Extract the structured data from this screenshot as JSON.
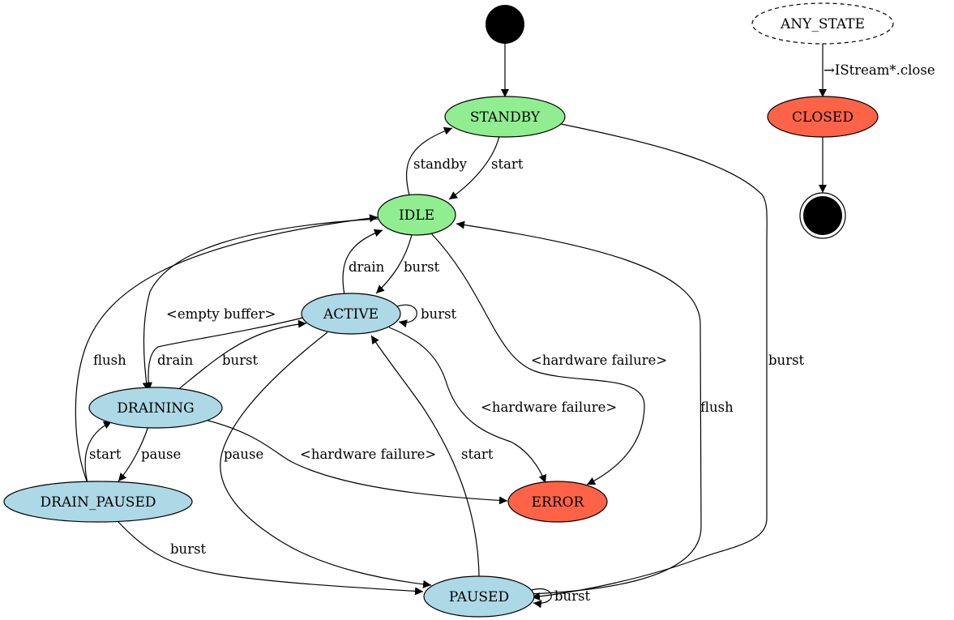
{
  "colors": {
    "green_state": "#90EE90",
    "blue_state": "#ADD8E6",
    "red_state": "#FF6347",
    "initial": "#000000",
    "final": "#000000",
    "edge": "#000000"
  },
  "states": {
    "standby": "STANDBY",
    "idle": "IDLE",
    "active": "ACTIVE",
    "draining": "DRAINING",
    "drain_paused": "DRAIN_PAUSED",
    "paused": "PAUSED",
    "error": "ERROR",
    "closed": "CLOSED",
    "any_state": "ANY_STATE"
  },
  "transitions": {
    "standby_to_idle": "start",
    "idle_to_standby": "standby",
    "idle_to_active": "burst",
    "active_to_idle": "drain",
    "active_self": "burst",
    "idle_to_error": "<hardware failure>",
    "active_to_error": "<hardware failure>",
    "draining_to_error": "<hardware failure>",
    "idle_to_draining": "<empty buffer>",
    "active_to_draining": "drain",
    "draining_to_active": "burst",
    "drain_paused_to_idle": "flush",
    "draining_to_drain_paused": "pause",
    "drain_paused_to_draining": "start",
    "drain_paused_to_paused": "burst",
    "active_to_paused": "pause",
    "paused_to_active": "start",
    "paused_to_idle": "flush",
    "standby_to_paused": "burst",
    "paused_self": "burst",
    "any_state_to_closed": "→IStream*.close"
  }
}
